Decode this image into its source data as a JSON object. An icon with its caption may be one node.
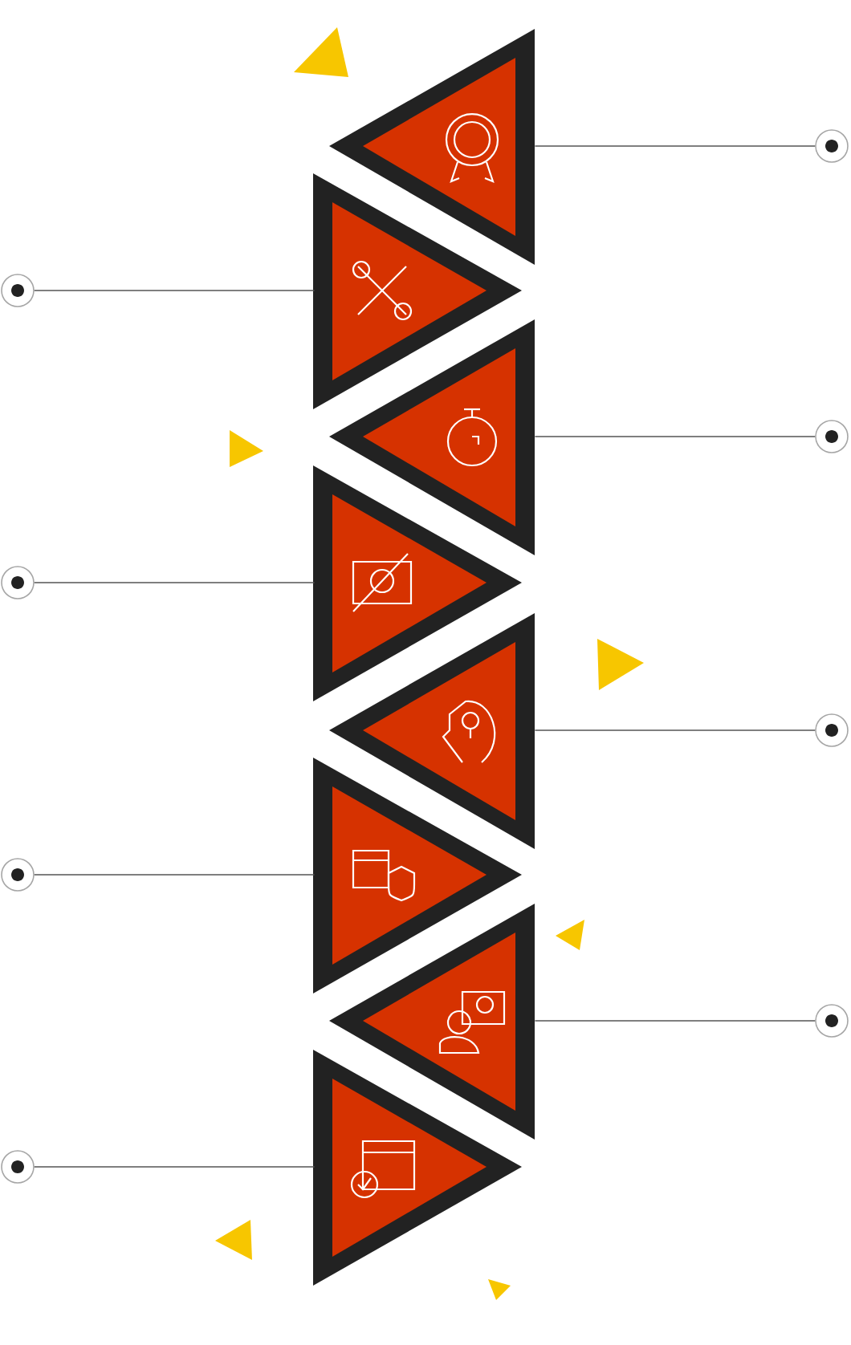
{
  "diagram": {
    "nodes": [
      {
        "text": [],
        "shape": "triangle"
      },
      {
        "text": [],
        "shape": "triangle"
      },
      {
        "text": [],
        "shape": "triangle"
      },
      {
        "text": [],
        "shape": "triangle"
      },
      {
        "text": [],
        "shape": "triangle"
      },
      {
        "text": [],
        "shape": "triangle"
      },
      {
        "text": [],
        "shape": "triangle"
      },
      {
        "text": [],
        "shape": "triangle"
      },
      {
        "text": [],
        "shape": "circle"
      },
      {
        "text": [],
        "shape": "circle"
      },
      {
        "text": [],
        "shape": "circle"
      },
      {
        "text": [],
        "shape": "circle"
      },
      {
        "text": [],
        "shape": "circle"
      },
      {
        "text": [],
        "shape": "circle"
      },
      {
        "text": [],
        "shape": "circle"
      },
      {
        "text": [],
        "shape": "circle"
      }
    ],
    "edges": [
      {
        "from": 0,
        "to": 8,
        "arrow": "none"
      },
      {
        "from": 1,
        "to": 9,
        "arrow": "none"
      },
      {
        "from": 2,
        "to": 10,
        "arrow": "none"
      },
      {
        "from": 3,
        "to": 11,
        "arrow": "none"
      },
      {
        "from": 4,
        "to": 12,
        "arrow": "none"
      },
      {
        "from": 5,
        "to": 13,
        "arrow": "none"
      },
      {
        "from": 6,
        "to": 14,
        "arrow": "none"
      },
      {
        "from": 7,
        "to": 15,
        "arrow": "none"
      }
    ]
  }
}
